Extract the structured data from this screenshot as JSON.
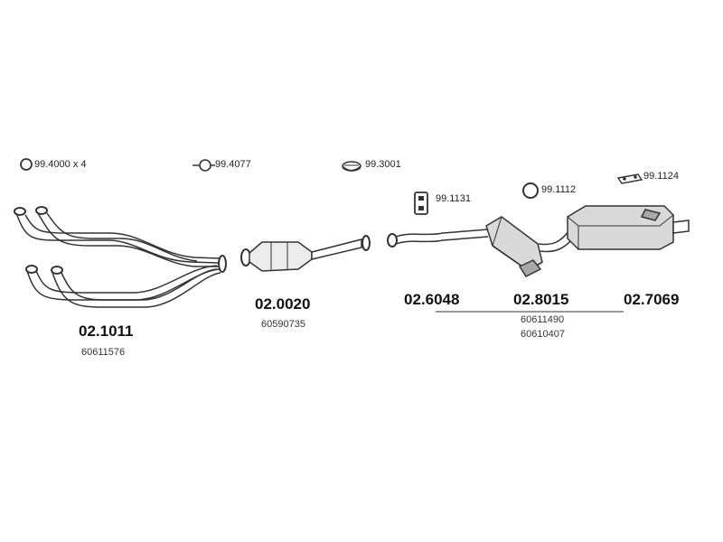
{
  "accessories": [
    {
      "icon": "ring-gasket-icon",
      "label": "99.4000 x 4"
    },
    {
      "icon": "flange-ring-icon",
      "label": "99.4077"
    },
    {
      "icon": "clamp-icon",
      "label": "99.3001"
    },
    {
      "icon": "rubber-hanger-icon",
      "label": "99.1131"
    },
    {
      "icon": "o-ring-hanger-icon",
      "label": "99.1112"
    },
    {
      "icon": "mounting-bracket-icon",
      "label": "99.1124"
    }
  ],
  "parts": [
    {
      "part_number": "02.1011",
      "oe_numbers": [
        "60611576"
      ]
    },
    {
      "part_number": "02.0020",
      "oe_numbers": [
        "60590735"
      ]
    },
    {
      "part_number": "02.6048"
    },
    {
      "part_number": "02.8015",
      "oe_numbers": [
        "60611490",
        "60610407"
      ]
    },
    {
      "part_number": "02.7069"
    }
  ],
  "colors": {
    "line": "#333333",
    "pipe_fill": "#ffffff",
    "muffler_fill": "#d9d9d9",
    "muffler_shade": "#a8a8a8"
  }
}
